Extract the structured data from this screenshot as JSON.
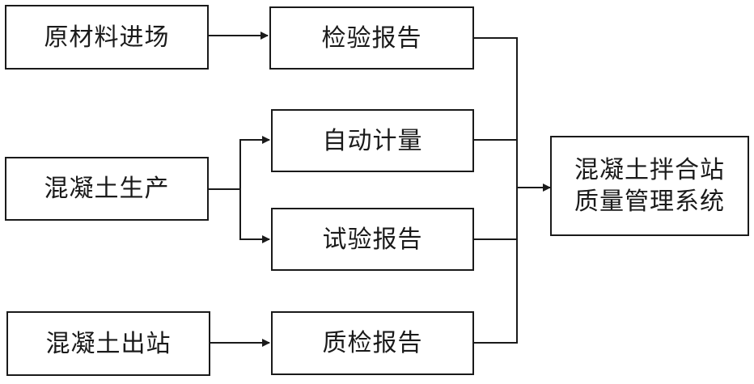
{
  "nodes": {
    "raw_material_entry": "原材料进场",
    "concrete_production": "混凝土生产",
    "concrete_dispatch": "混凝土出站",
    "inspection_report": "检验报告",
    "auto_metering": "自动计量",
    "test_report": "试验报告",
    "quality_check_report": "质检报告",
    "system_line1": "混凝土拌合站",
    "system_line2": "质量管理系统"
  },
  "colors": {
    "stroke": "#1a1a1a",
    "background": "#ffffff"
  }
}
